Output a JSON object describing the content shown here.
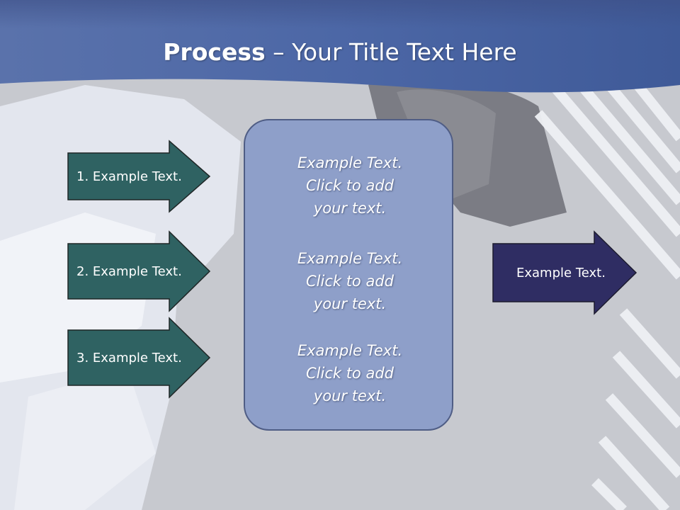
{
  "title": {
    "bold": "Process",
    "rest": " – Your Title Text Here"
  },
  "left_arrows": [
    {
      "label": "1. Example Text."
    },
    {
      "label": "2. Example Text."
    },
    {
      "label": "3. Example Text."
    }
  ],
  "center_box": {
    "paragraphs": [
      {
        "line1": "Example Text.",
        "line2": "Click  to add",
        "line3": "your text."
      },
      {
        "line1": "Example Text.",
        "line2": "Click  to add",
        "line3": "your text."
      },
      {
        "line1": "Example Text.",
        "line2": "Click  to add",
        "line3": "your text."
      }
    ]
  },
  "right_arrow": {
    "label": "Example Text."
  },
  "colors": {
    "header": "#4b67a4",
    "left_arrow_fill": "#2f6262",
    "right_arrow_fill": "#2f2d63",
    "center_box_fill": "#8e9fc9"
  }
}
